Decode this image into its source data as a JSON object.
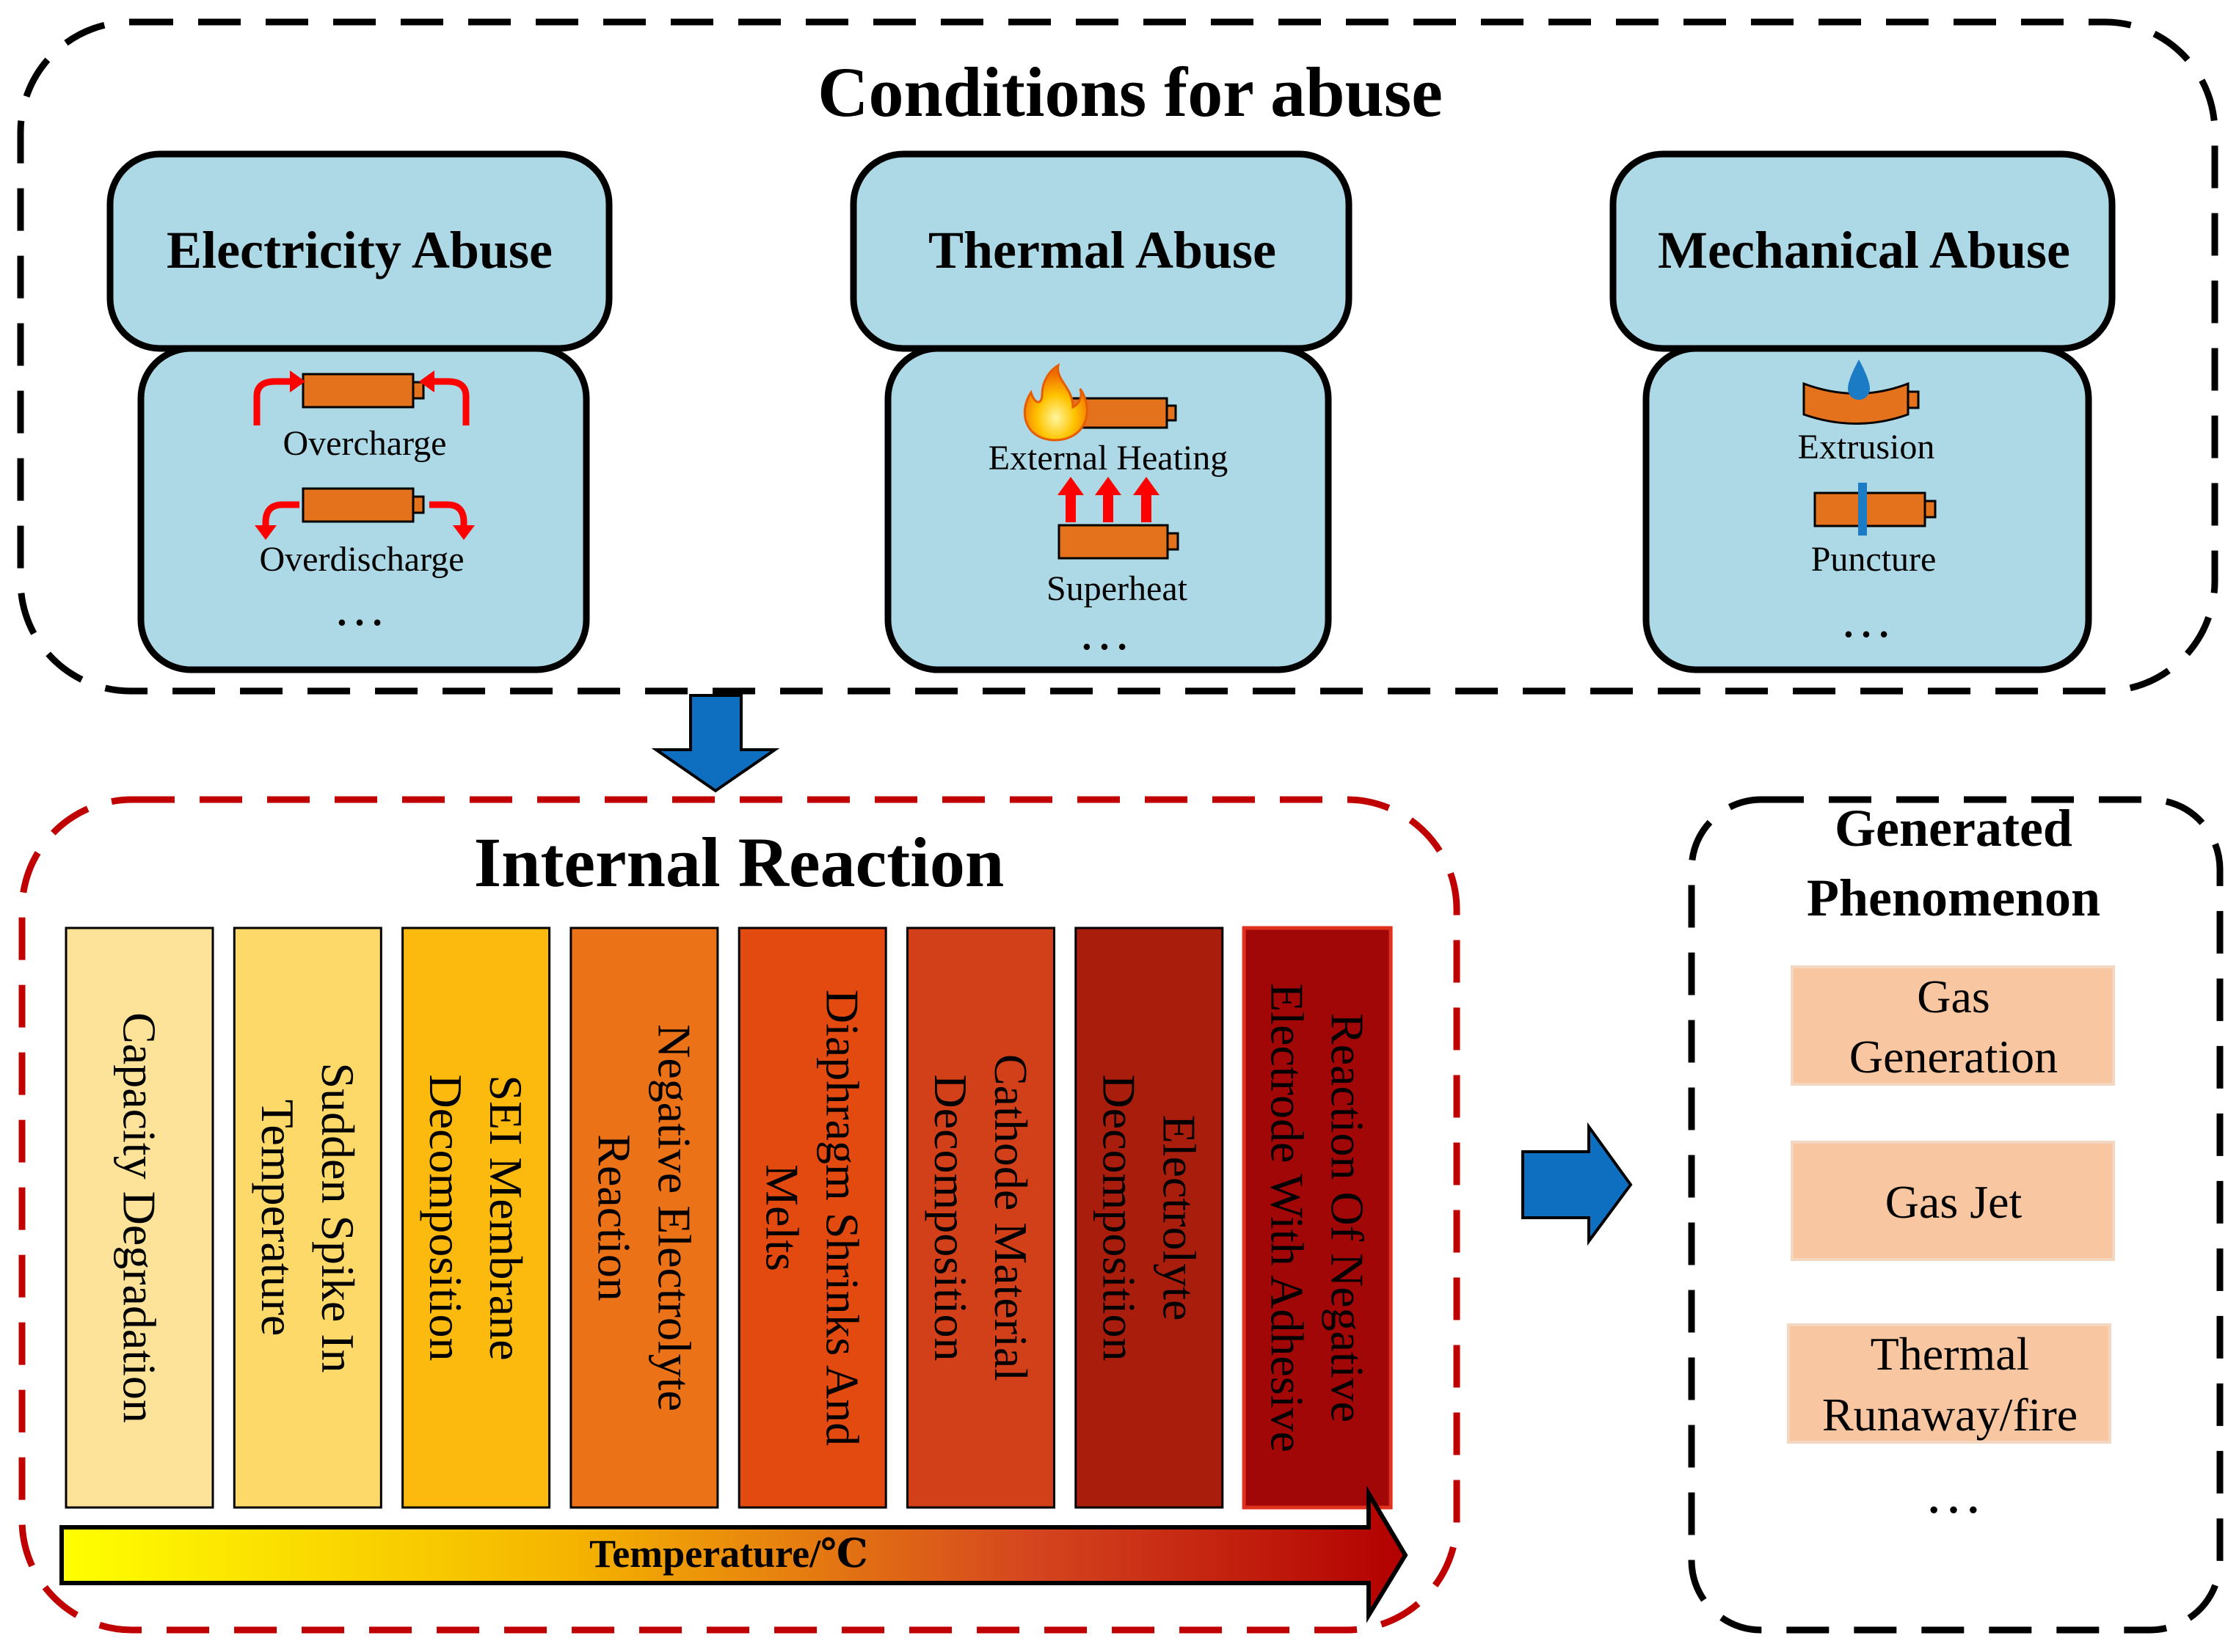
{
  "conditions": {
    "title": "Conditions for abuse",
    "categories": [
      {
        "title": "Electricity Abuse",
        "items": [
          "Overcharge",
          "Overdischarge"
        ],
        "more": "…"
      },
      {
        "title": "Thermal Abuse",
        "items": [
          "External Heating",
          "Superheat"
        ],
        "more": "…"
      },
      {
        "title": "Mechanical Abuse",
        "items": [
          "Extrusion",
          "Puncture"
        ],
        "more": "…"
      }
    ]
  },
  "internal_reaction": {
    "title": "Internal Reaction",
    "stages": [
      {
        "lines": [
          "Capacity Degradation"
        ],
        "color": "#FDE29A"
      },
      {
        "lines": [
          "Sudden Spike In",
          "Temperature"
        ],
        "color": "#FDD969"
      },
      {
        "lines": [
          "SEI Membrane",
          "Decomposition"
        ],
        "color": "#FDBA0E"
      },
      {
        "lines": [
          "Negative Electrolyte",
          "Reaction"
        ],
        "color": "#EC7218"
      },
      {
        "lines": [
          "Diaphragm Shrinks And",
          "Melts"
        ],
        "color": "#E34A10"
      },
      {
        "lines": [
          "Cathode Material",
          "Decomposition"
        ],
        "color": "#D2401A"
      },
      {
        "lines": [
          "Electrolyte",
          "Decomposition"
        ],
        "color": "#A91D0D"
      },
      {
        "lines": [
          "Reaction Of Negative",
          "Electrode With Adhesive"
        ],
        "color": "#A20707"
      }
    ],
    "axis_label": "Temperature/℃"
  },
  "phenomenon": {
    "title_lines": [
      "Generated",
      "Phenomenon"
    ],
    "items": [
      {
        "lines": [
          "Gas",
          "Generation"
        ]
      },
      {
        "lines": [
          "Gas Jet"
        ]
      },
      {
        "lines": [
          "Thermal",
          "Runaway/fire"
        ]
      }
    ],
    "more": "…"
  },
  "colors": {
    "box_fill": "#ADD9E6",
    "battery": "#E4711B",
    "arrow_blue": "#0E6FC1",
    "red_arrow": "#FF0000",
    "dash_red": "#C00000",
    "phenomenon_fill": "#F8C6A0"
  }
}
